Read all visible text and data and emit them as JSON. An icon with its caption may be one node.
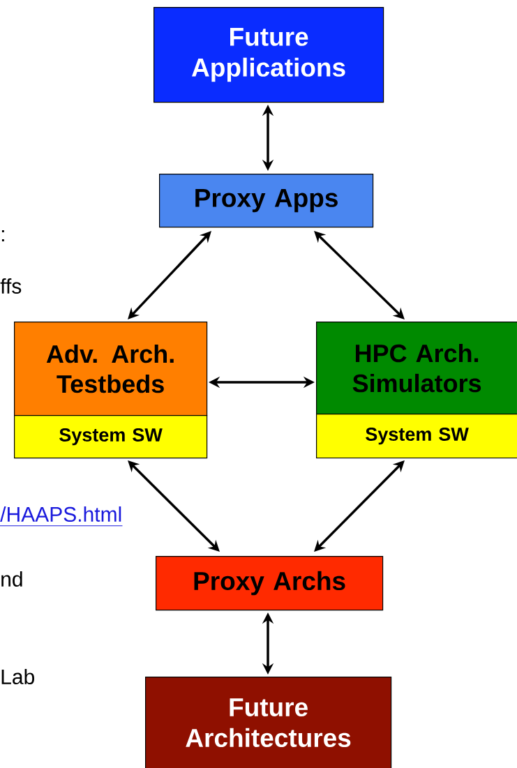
{
  "diagram": {
    "nodes": [
      {
        "text": [
          "Future Applications"
        ]
      },
      {
        "text": [
          "Proxy Apps"
        ]
      },
      {
        "text": [
          "Adv. Arch. Testbeds"
        ]
      },
      {
        "text": [
          "System SW"
        ]
      },
      {
        "text": [
          "HPC Arch. Simulators"
        ]
      },
      {
        "text": [
          "System SW"
        ]
      },
      {
        "text": [
          "Proxy Archs"
        ]
      },
      {
        "text": [
          "Future Architectures"
        ]
      }
    ],
    "edges": [
      {
        "from": 0,
        "to": 1,
        "arrow": "both"
      },
      {
        "from": 1,
        "to": 2,
        "arrow": "both"
      },
      {
        "from": 1,
        "to": 4,
        "arrow": "both"
      },
      {
        "from": 2,
        "to": 4,
        "arrow": "both"
      },
      {
        "from": 3,
        "to": 6,
        "arrow": "both"
      },
      {
        "from": 5,
        "to": 6,
        "arrow": "both"
      },
      {
        "from": 6,
        "to": 7,
        "arrow": "both"
      }
    ],
    "labels": [
      ":",
      "ffs",
      "/HAAPS.html",
      "nd",
      "Lab"
    ]
  }
}
